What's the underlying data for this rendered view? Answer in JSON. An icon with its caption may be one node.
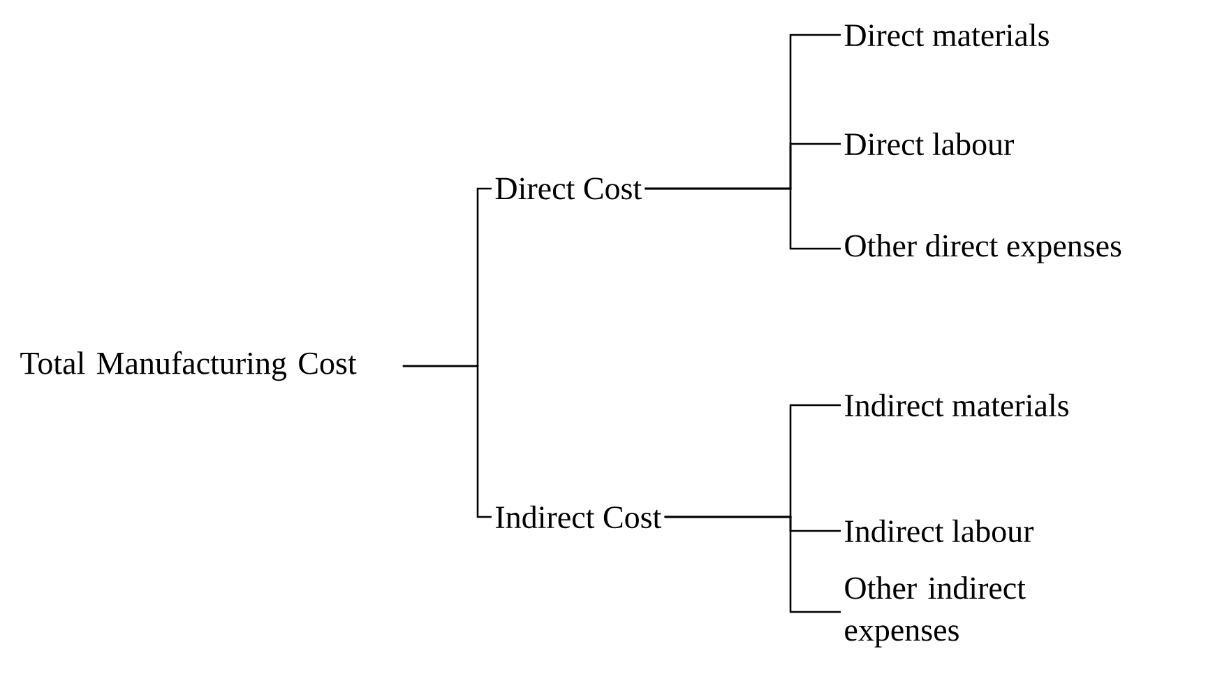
{
  "diagram": {
    "nodes": [
      {
        "text": [
          "Total Manufacturing Cost"
        ]
      },
      {
        "text": [
          "Direct Cost"
        ]
      },
      {
        "text": [
          "Indirect Cost"
        ]
      },
      {
        "text": [
          "Direct materials"
        ]
      },
      {
        "text": [
          "Direct labour"
        ]
      },
      {
        "text": [
          "Other direct expenses"
        ]
      },
      {
        "text": [
          "Indirect materials"
        ]
      },
      {
        "text": [
          "Indirect labour"
        ]
      },
      {
        "text": [
          "Other indirect expenses"
        ]
      }
    ],
    "edges": [
      {
        "from": 0,
        "to": 1,
        "arrow": "none"
      },
      {
        "from": 0,
        "to": 2,
        "arrow": "none"
      },
      {
        "from": 1,
        "to": 3,
        "arrow": "none"
      },
      {
        "from": 1,
        "to": 4,
        "arrow": "none"
      },
      {
        "from": 1,
        "to": 5,
        "arrow": "none"
      },
      {
        "from": 2,
        "to": 6,
        "arrow": "none"
      },
      {
        "from": 2,
        "to": 7,
        "arrow": "none"
      },
      {
        "from": 2,
        "to": 8,
        "arrow": "none"
      }
    ]
  }
}
